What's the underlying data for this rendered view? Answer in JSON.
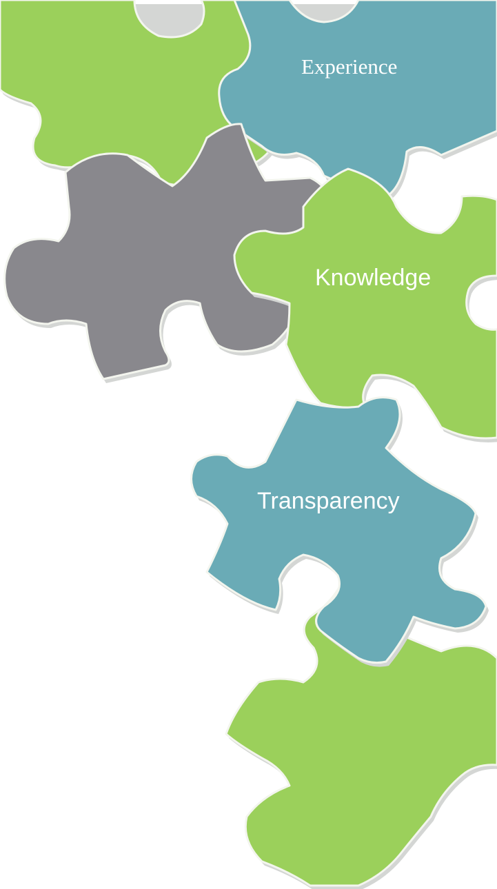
{
  "pieces": {
    "top_left": {
      "color": "#9bd05b",
      "label": ""
    },
    "experience": {
      "color": "#6aabb6",
      "label": "Experience"
    },
    "gray": {
      "color": "#89888d",
      "label": ""
    },
    "knowledge": {
      "color": "#9bd05b",
      "label": "Knowledge"
    },
    "transparency": {
      "color": "#6aabb6",
      "label": "Transparency"
    },
    "bottom": {
      "color": "#9bd05b",
      "label": ""
    }
  }
}
